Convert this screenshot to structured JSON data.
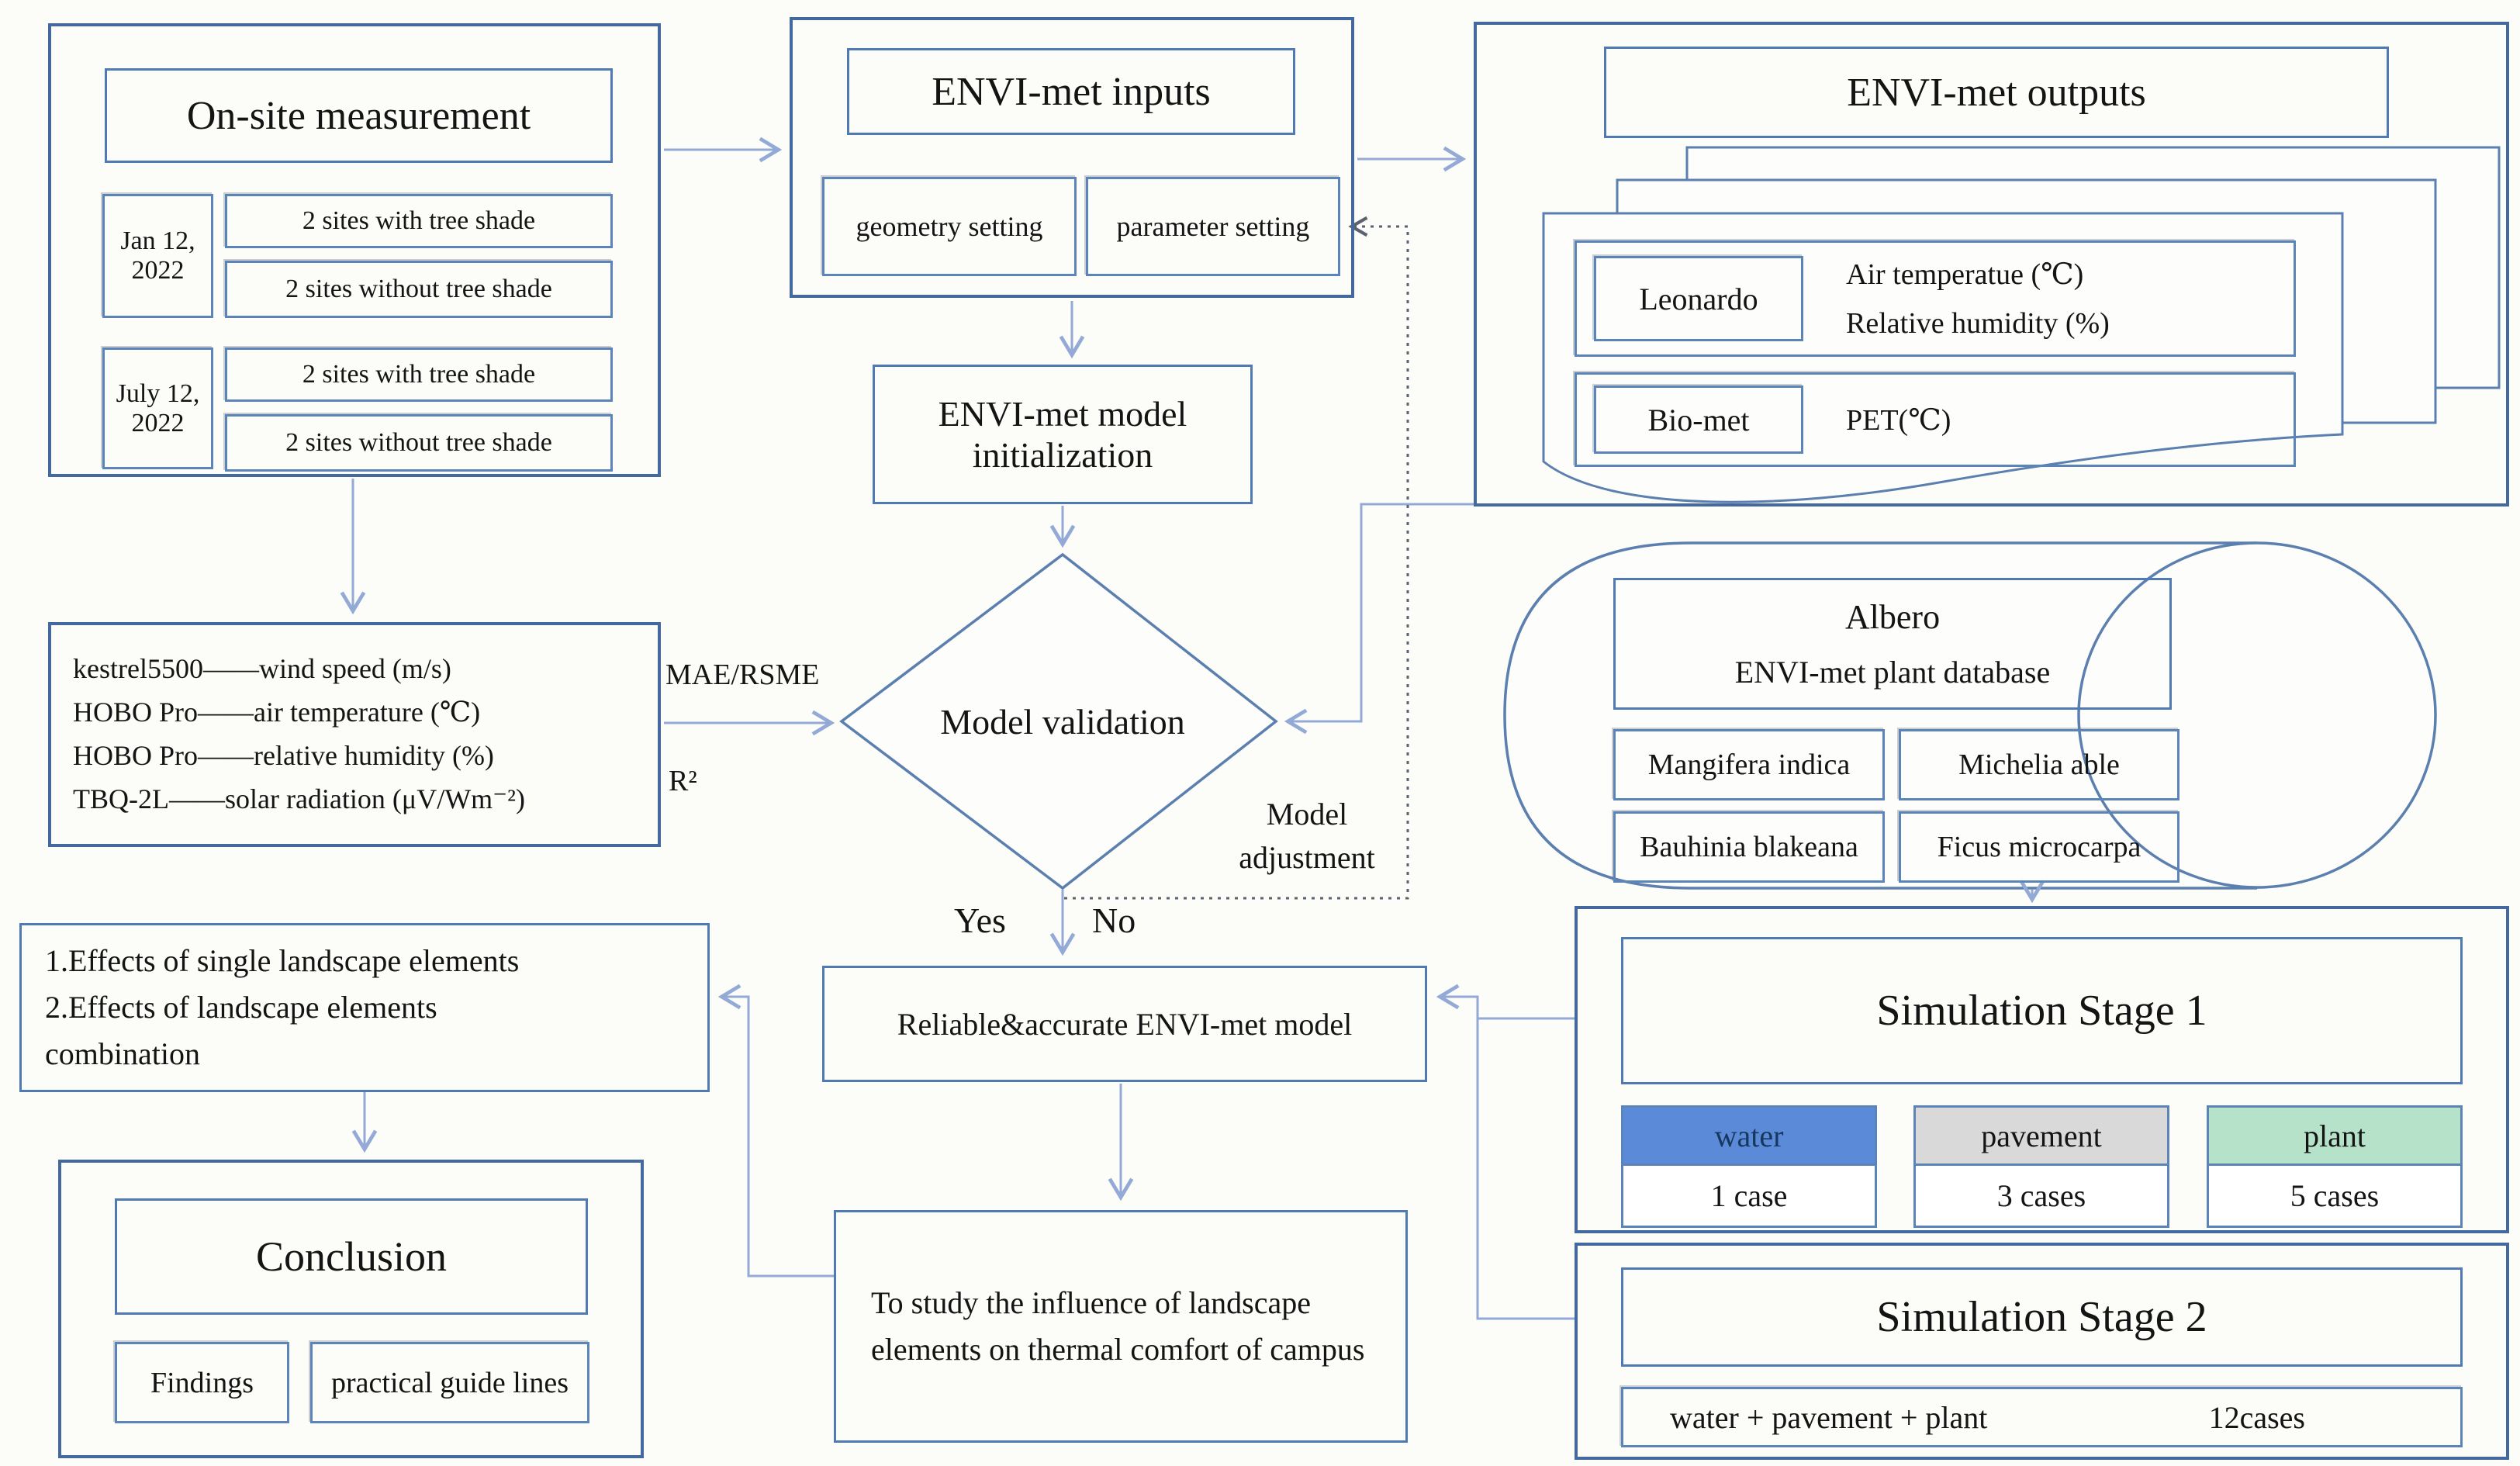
{
  "title": "ENVI-met campus thermal comfort study flowchart",
  "colors": {
    "box_border": "#4f7ab3",
    "connector": "#93a9d6",
    "dotted_connector": "#5a6170",
    "water_fill": "#5b8bd8",
    "pavement_fill": "#d9d9d9",
    "plant_fill": "#b5e2c9",
    "water_text": "#17375e"
  },
  "onsite": {
    "title": "On-site measurement",
    "rows": [
      {
        "date": "Jan 12, 2022",
        "with": "2 sites with tree shade",
        "without": "2 sites without tree shade"
      },
      {
        "date": "July 12, 2022",
        "with": "2 sites with tree shade",
        "without": "2 sites without tree shade"
      }
    ]
  },
  "instruments": {
    "lines": [
      "kestrel5500——wind speed (m/s)",
      "HOBO Pro——air temperature (℃)",
      "HOBO Pro——relative humidity (%)",
      "TBQ-2L——solar radiation (μV/Wm⁻²)"
    ]
  },
  "inputs": {
    "title": "ENVI-met inputs",
    "geometry": "geometry setting",
    "parameter": "parameter setting"
  },
  "initialization": {
    "label": "ENVI-met model initialization"
  },
  "outputs": {
    "title": "ENVI-met outputs",
    "leonardo_label": "Leonardo",
    "leonardo_lines": [
      "Air temperatue (℃)",
      "Relative humidity (%)"
    ],
    "biomet_label": "Bio-met",
    "biomet_line": "PET(℃)"
  },
  "validation": {
    "label": "Model validation",
    "metric_top": "MAE/RSME",
    "metric_bottom": "R²",
    "yes": "Yes",
    "no": "No",
    "adjustment_line1": "Model",
    "adjustment_line2": "adjustment"
  },
  "database": {
    "title": "Albero",
    "subtitle": "ENVI-met plant database",
    "species": [
      "Mangifera indica",
      "Michelia able",
      "Bauhinia blakeana",
      "Ficus microcarpa"
    ]
  },
  "stage1": {
    "title": "Simulation Stage 1",
    "columns": [
      {
        "label": "water",
        "cases": "1 case",
        "fill": "#5b8bd8"
      },
      {
        "label": "pavement",
        "cases": "3 cases",
        "fill": "#d9d9d9"
      },
      {
        "label": "plant",
        "cases": "5 cases",
        "fill": "#b5e2c9"
      }
    ]
  },
  "stage2": {
    "title": "Simulation Stage 2",
    "combo": "water + pavement + plant",
    "cases": "12cases"
  },
  "reliable": {
    "label": "Reliable&accurate ENVI-met model"
  },
  "study": {
    "label": "To study the influence of landscape elements on thermal comfort of campus"
  },
  "effects": {
    "lines": [
      "1.Effects of single landscape elements",
      "2.Effects of landscape elements",
      "combination"
    ]
  },
  "conclusion": {
    "title": "Conclusion",
    "findings": "Findings",
    "guidelines": "practical guide lines"
  }
}
